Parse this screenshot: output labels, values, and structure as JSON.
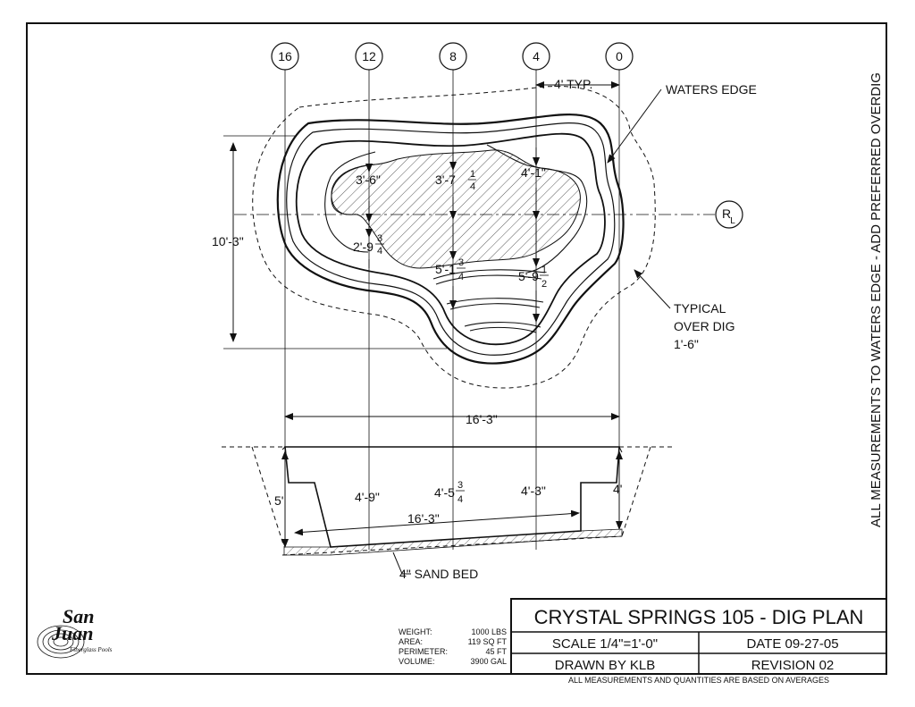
{
  "drawing": {
    "grid_markers": [
      "16",
      "12",
      "8",
      "4",
      "0"
    ],
    "centerline_marker": "R",
    "centerline_marker_sub": "L",
    "callouts": {
      "typ_spacing": "4' TYP.",
      "waters_edge": "WATERS EDGE",
      "overdig_line1": "TYPICAL",
      "overdig_line2": "OVER DIG",
      "overdig_line3": "1'-6\"",
      "sand_bed": "4\" SAND BED"
    },
    "plan_dims": {
      "width": "10'-3\"",
      "length": "16'-3\"",
      "d1_whole": "3'-6\"",
      "d2_whole": "3'-7",
      "d2_num": "1",
      "d2_den": "4",
      "d2_end": "\"",
      "d3_whole": "4'-1\"",
      "d4_whole": "2'-9",
      "d4_num": "3",
      "d4_den": "4",
      "d4_end": "\"",
      "d5_whole": "5'-1",
      "d5_num": "3",
      "d5_den": "4",
      "d5_end": "\"",
      "d6_whole": "5'-9",
      "d6_num": "1",
      "d6_den": "2",
      "d6_end": "\""
    },
    "section_dims": {
      "left_depth": "5'",
      "right_depth": "4'",
      "depth_12": "4'-9\"",
      "depth_8_whole": "4'-5",
      "depth_8_num": "3",
      "depth_8_den": "4",
      "depth_8_end": "\"",
      "depth_4": "4'-3\"",
      "floor_length": "16'-3\""
    },
    "side_note": "ALL MEASUREMENTS TO WATERS EDGE - ADD PREFERRED OVERDIG"
  },
  "specs": {
    "labels": [
      "WEIGHT:",
      "AREA:",
      "PERIMETER:",
      "VOLUME:"
    ],
    "values": [
      "1000 LBS",
      "119 SQ FT",
      "45 FT",
      "3900 GAL"
    ]
  },
  "title_block": {
    "title": "CRYSTAL SPRINGS 105 - DIG PLAN",
    "scale": "SCALE 1/4\"=1'-0\"",
    "date": "DATE 09-27-05",
    "drawn_by": "DRAWN BY KLB",
    "revision": "REVISION 02",
    "footnote": "ALL MEASUREMENTS AND QUANTITIES ARE BASED ON AVERAGES"
  },
  "logo": {
    "line1": "San",
    "line2": "Juan",
    "tagline": "Fiberglass Pools"
  }
}
